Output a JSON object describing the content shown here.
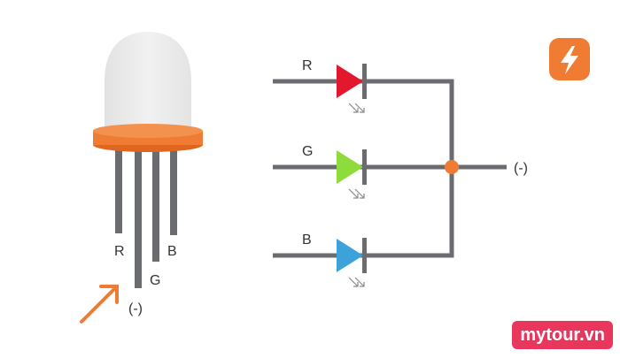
{
  "led": {
    "pin_labels": {
      "r": "R",
      "g": "G",
      "b": "B",
      "common": "(-)"
    }
  },
  "circuit": {
    "channels": [
      {
        "label": "R",
        "color": "#e3172d"
      },
      {
        "label": "G",
        "color": "#8ddc3c"
      },
      {
        "label": "B",
        "color": "#3ba3d9"
      }
    ],
    "common_label": "(-)"
  },
  "colors": {
    "wire": "#6b6c70",
    "accent": "#f07c34",
    "dome": "#ececec",
    "brand_bg": "#e8365d",
    "badge_bg": "#f07c34"
  },
  "icons": {
    "top_badge": "lightning-bolt-icon",
    "pointer": "arrow-icon"
  },
  "brand": {
    "text": "mytour.vn"
  }
}
